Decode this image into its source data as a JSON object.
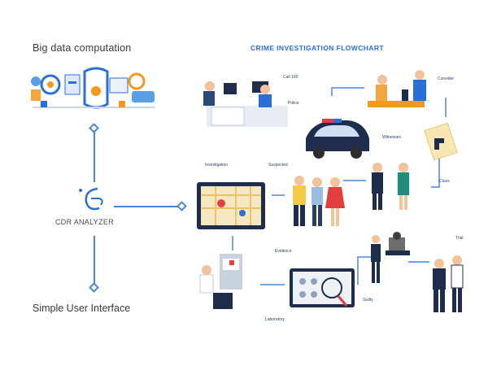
{
  "left": {
    "big_data_title": "Big data computation",
    "analyzer_name": "CDR ANALYZER",
    "simple_ui_title": "Simple User Interface"
  },
  "flowchart": {
    "title": "CRIME INVESTIGATION FLOWCHART",
    "labels": {
      "call_100": "Call 100",
      "police": "Police",
      "consider": "Consider",
      "witnesses": "Witnesses",
      "clues": "Clues",
      "suspected": "Suspected",
      "investigation": "Investigation",
      "evidence": "Evidence",
      "laboratory": "Laboratory",
      "guilty": "Guilty",
      "trial": "Trial"
    }
  },
  "colors": {
    "accent_blue": "#2a6fd6",
    "line_blue": "#4a86d8",
    "dark_navy": "#1f2d4d",
    "orange": "#f39a1e"
  }
}
